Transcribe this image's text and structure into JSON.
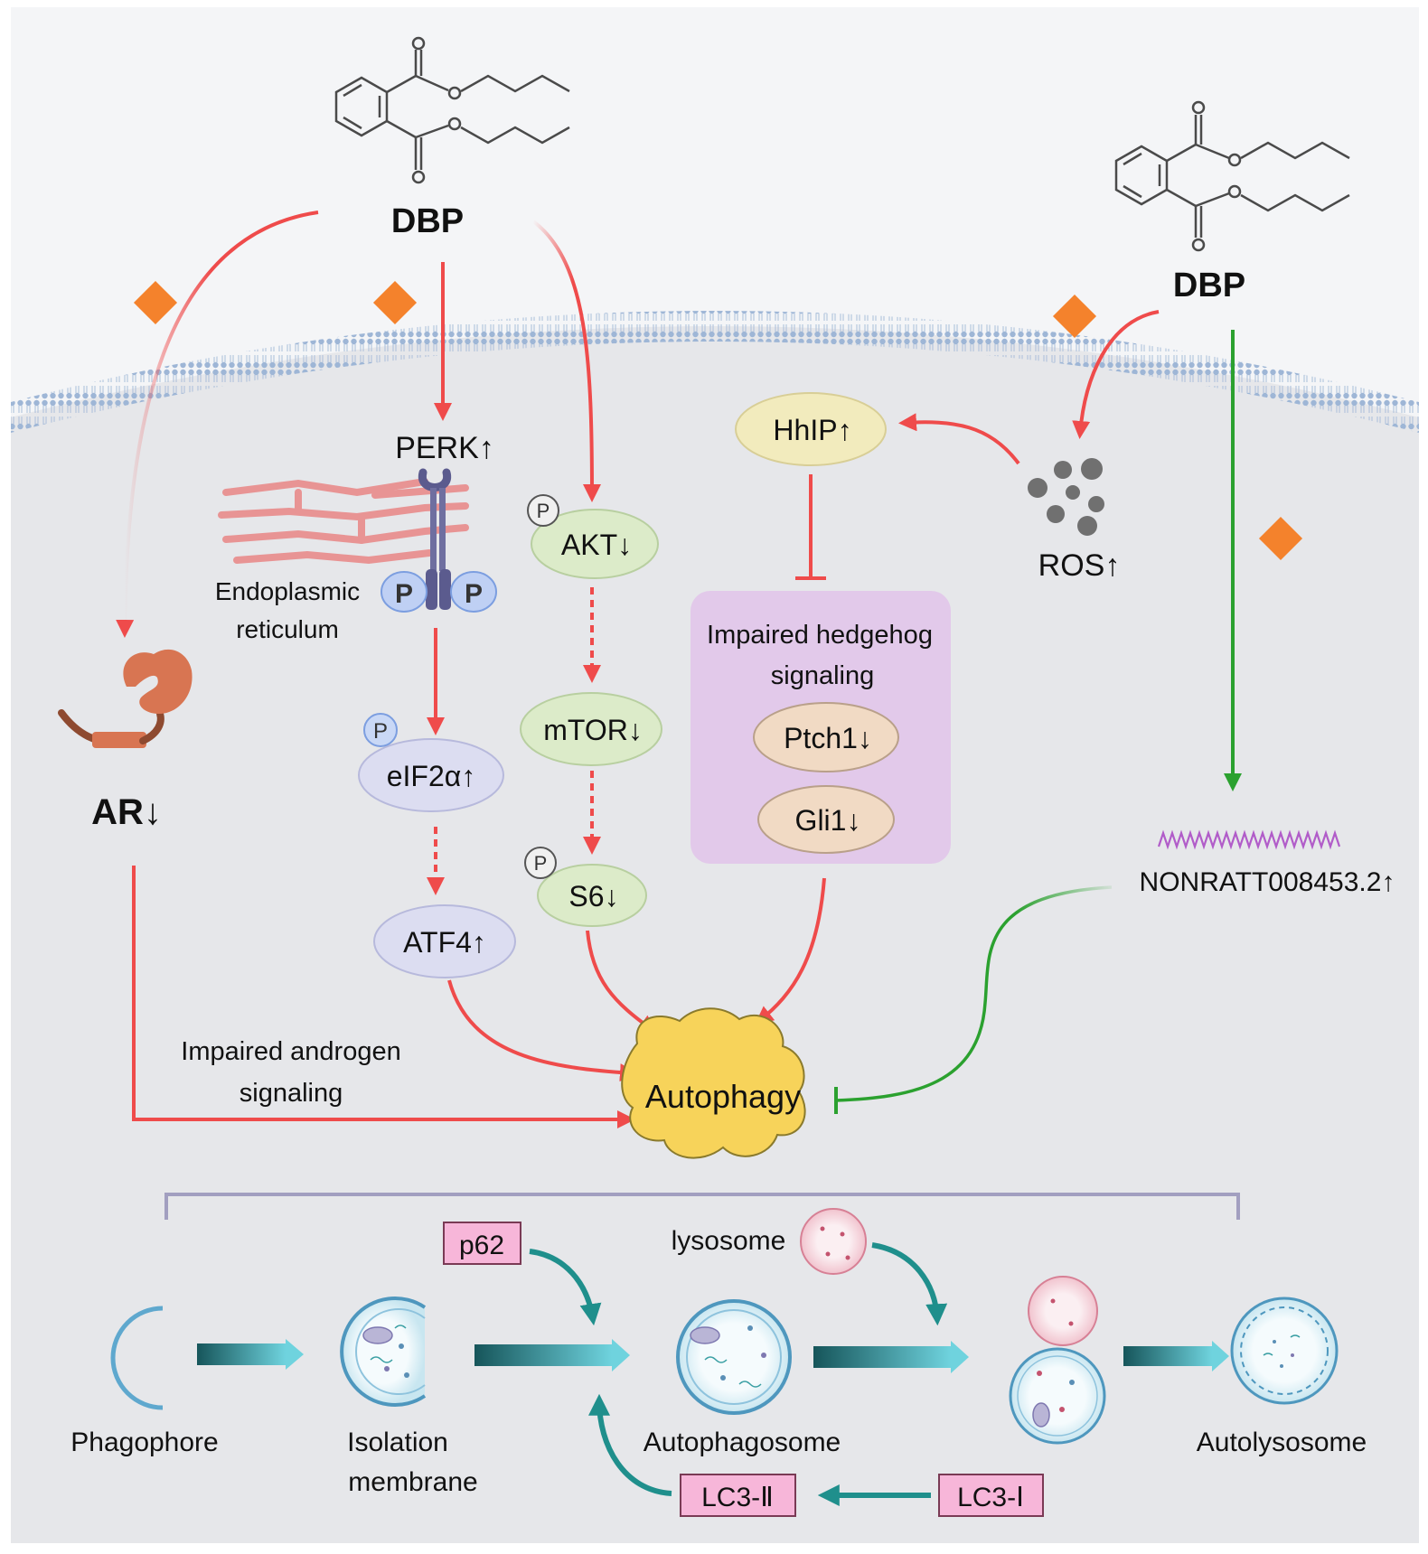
{
  "dbp": {
    "left": "DBP",
    "right": "DBP"
  },
  "er": {
    "line1": "Endoplasmic",
    "line2": "reticulum"
  },
  "phospho": {
    "label": "P"
  },
  "proteins": {
    "perk": "PERK↑",
    "eif2a": "eIF2α↑",
    "atf4": "ATF4↑",
    "akt": "AKT↓",
    "mtor": "mTOR↓",
    "s6": "S6↓",
    "hhip": "HhIP↑",
    "ros": "ROS↑",
    "ar": "AR↓",
    "ptch1": "Ptch1↓",
    "gli1": "Gli1↓",
    "lncrna": "NONRATT008453.2↑"
  },
  "hedgehog": {
    "line1": "Impaired hedgehog",
    "line2": "signaling"
  },
  "androgen": {
    "line1": "Impaired androgen",
    "line2": "signaling"
  },
  "autophagy": "Autophagy",
  "process": {
    "phagophore": "Phagophore",
    "isolation_line1": "Isolation",
    "isolation_line2": "membrane",
    "autophagosome": "Autophagosome",
    "autolysosome": "Autolysosome",
    "lysosome": "lysosome",
    "p62": "p62",
    "lc3_2": "LC3-Ⅱ",
    "lc3_1": "LC3-Ⅰ"
  },
  "colors": {
    "arrow_red": "#EF4B4B",
    "arrow_green": "#2BA12F",
    "arrow_teal": "#1F8F8C",
    "diamond": "#F4822C",
    "cell_bg": "#E6E7EA",
    "outside_bg": "#F4F5F7",
    "hedgehog_box": "#E2C9EA",
    "green_node": "#DCEBC9",
    "blue_node": "#DCDDF1",
    "tan_node": "#F1DAC4",
    "yellow_node": "#F2EBBD",
    "autophagy": "#F7D35A",
    "pink_tag": "#F7B6D9"
  }
}
